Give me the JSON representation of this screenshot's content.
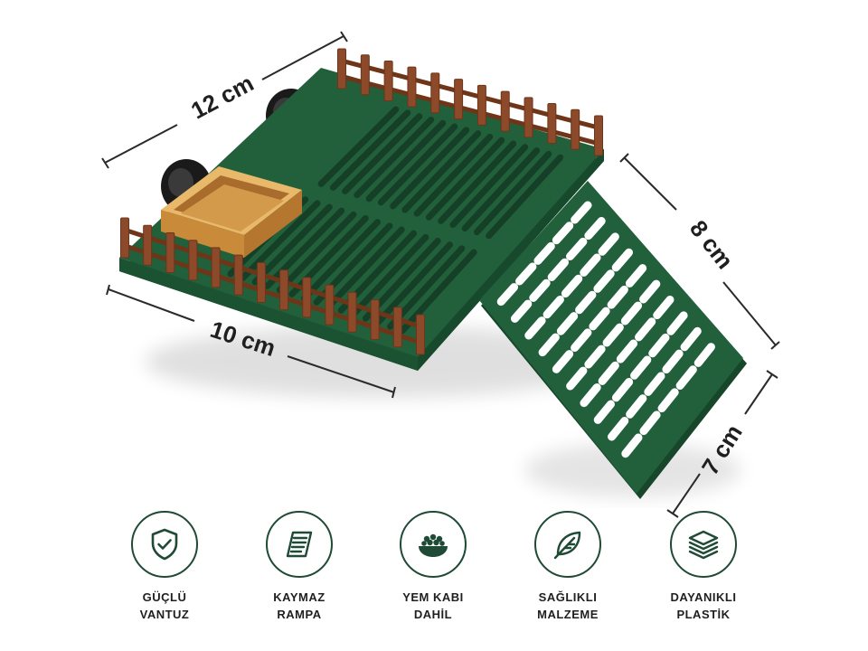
{
  "product": {
    "colors": {
      "platform": "#21603a",
      "platform_dark": "#17462a",
      "fence": "#8c4a2a",
      "bowl": "#d9a04a",
      "suction": "#1a1a1a",
      "icon_stroke": "#1f4a35"
    }
  },
  "dimensions": {
    "length": "12 cm",
    "width": "10 cm",
    "ramp_length": "8 cm",
    "ramp_width": "7 cm"
  },
  "features": [
    {
      "line1": "GÜÇLÜ",
      "line2": "VANTUZ",
      "icon": "shield-check-icon"
    },
    {
      "line1": "KAYMAZ",
      "line2": "RAMPA",
      "icon": "ramp-lines-icon"
    },
    {
      "line1": "YEM KABI",
      "line2": "DAHİL",
      "icon": "food-bowl-icon"
    },
    {
      "line1": "SAĞLIKLI",
      "line2": "MALZEME",
      "icon": "leaf-icon"
    },
    {
      "line1": "DAYANIKLI",
      "line2": "PLASTİK",
      "icon": "layers-icon"
    }
  ]
}
